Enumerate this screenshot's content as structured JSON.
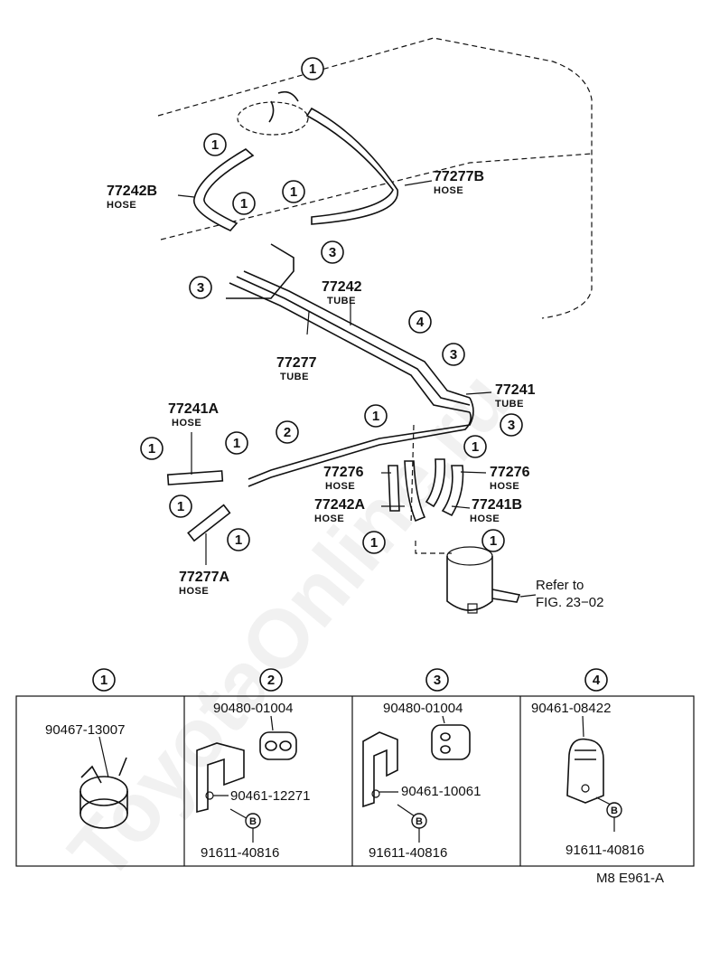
{
  "callout_number_1": "1",
  "callout_number_2": "2",
  "callout_number_3": "3",
  "callout_number_4": "4",
  "bolt_symbol": "B",
  "labels": {
    "p77242B": "77242B",
    "p77277B": "77277B",
    "p77242": "77242",
    "p77277": "77277",
    "p77241": "77241",
    "p77241A": "77241A",
    "p77276_left": "77276",
    "p77276_right": "77276",
    "p77242A": "77242A",
    "p77241B": "77241B",
    "p77277A": "77277A",
    "hose": "HOSE",
    "tube": "TUBE",
    "refer_line1": "Refer to",
    "refer_line2": "FIG. 23−02"
  },
  "table": {
    "headers": [
      "1",
      "2",
      "3",
      "4"
    ],
    "cell1": {
      "part": "90467-13007"
    },
    "cell2": {
      "top": "90480-01004",
      "mid": "90461-12271",
      "bottom": "91611-40816"
    },
    "cell3": {
      "top": "90480-01004",
      "mid": "90461-10061",
      "bottom": "91611-40816"
    },
    "cell4": {
      "top": "90461-08422",
      "bottom": "91611-40816"
    }
  },
  "figure_code": "M8 E961-A",
  "watermark": "ToyotaOnline.ru"
}
